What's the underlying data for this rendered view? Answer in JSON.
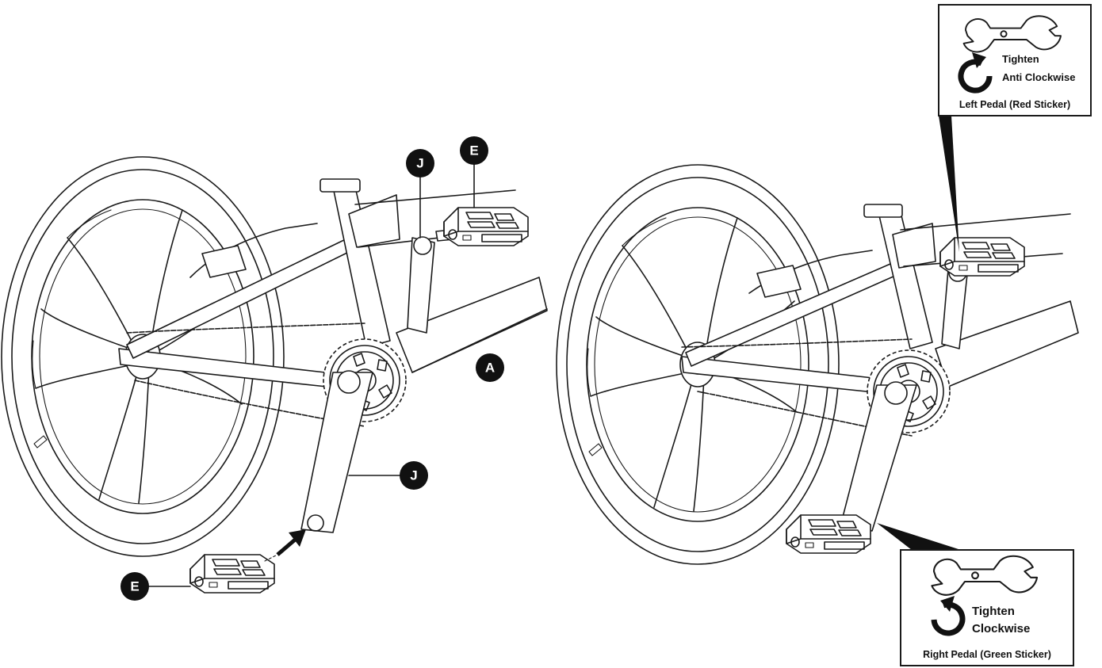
{
  "markers": {
    "left_e_top": "E",
    "left_j_top": "J",
    "left_a": "A",
    "left_j_bottom": "J",
    "left_e_bottom": "E"
  },
  "left_pedal_callout": {
    "line1": "Tighten",
    "line2": "Anti Clockwise",
    "caption": "Left Pedal (Red Sticker)",
    "icons": [
      "wrench-icon",
      "counter-clockwise-arrow-icon"
    ]
  },
  "right_pedal_callout": {
    "line1": "Tighten",
    "line2": "Clockwise",
    "caption": "Right Pedal (Green Sticker)",
    "icons": [
      "wrench-icon",
      "clockwise-arrow-icon"
    ]
  },
  "colors": {
    "line": "#1a1a1a",
    "marker_fill": "#111111",
    "background": "#ffffff"
  }
}
